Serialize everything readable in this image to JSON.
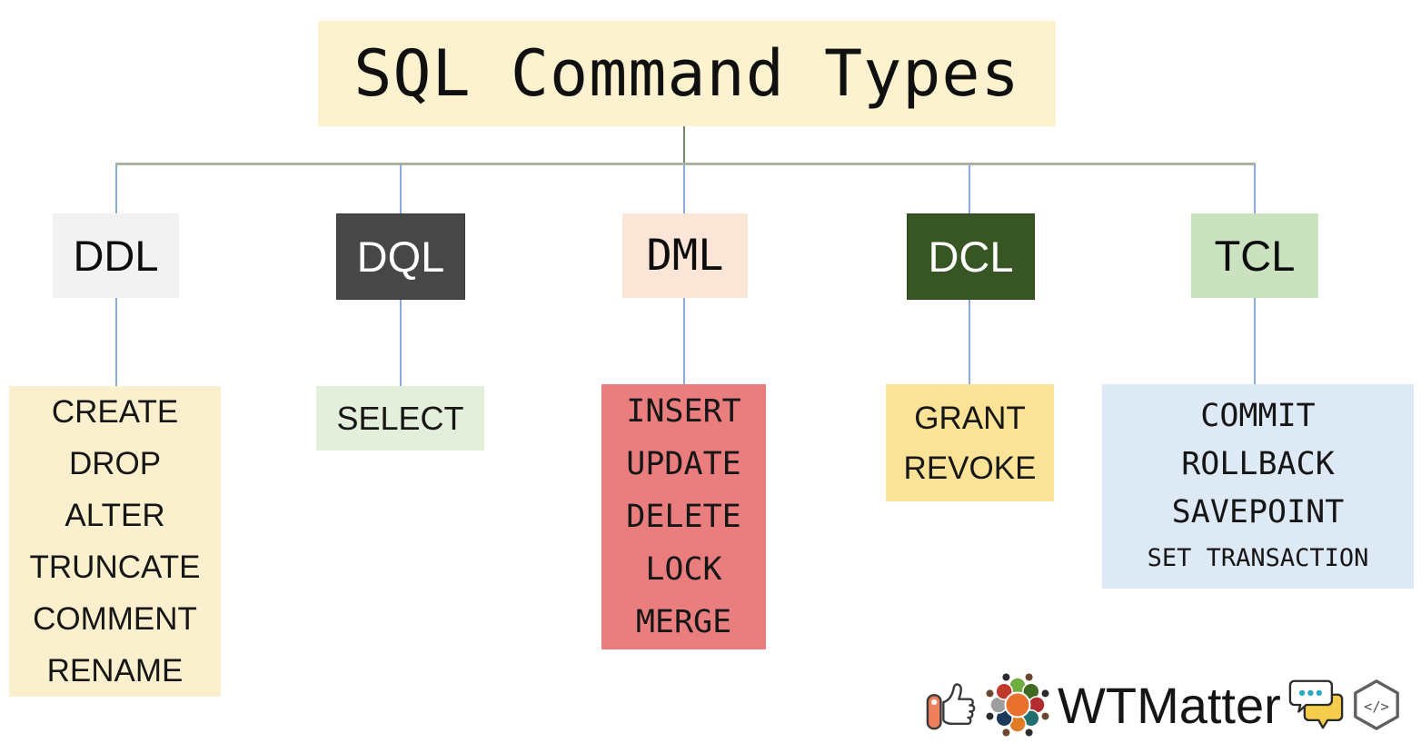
{
  "title": "SQL Command Types",
  "categories": [
    {
      "id": "ddl",
      "label": "DDL",
      "commands": [
        "CREATE",
        "DROP",
        "ALTER",
        "TRUNCATE",
        "COMMENT",
        "RENAME"
      ]
    },
    {
      "id": "dql",
      "label": "DQL",
      "commands": [
        "SELECT"
      ]
    },
    {
      "id": "dml",
      "label": "DML",
      "commands": [
        "INSERT",
        "UPDATE",
        "DELETE",
        "LOCK",
        "MERGE"
      ]
    },
    {
      "id": "dcl",
      "label": "DCL",
      "commands": [
        "GRANT",
        "REVOKE"
      ]
    },
    {
      "id": "tcl",
      "label": "TCL",
      "commands": [
        "COMMIT",
        "ROLLBACK",
        "SAVEPOINT",
        "SET TRANSACTION"
      ]
    }
  ],
  "logo": {
    "brand": "WTMatter",
    "code_glyph": "</>",
    "icons": [
      "thumbs-up-icon",
      "people-wheel-icon",
      "chat-bubbles-icon",
      "code-hexagon-icon"
    ]
  },
  "colors": {
    "title_bg": "#FCF2CF",
    "ddl_bg": "#F2F2F2",
    "dql_bg": "#474747",
    "dml_bg": "#FBE5D6",
    "dcl_bg": "#375623",
    "tcl_bg": "#CBE2C0",
    "ddl_commands_bg": "#FBF0CD",
    "dql_commands_bg": "#E3EFDA",
    "dml_commands_bg": "#EA7E7E",
    "dcl_commands_bg": "#FAE296",
    "tcl_commands_bg": "#DDEAF6",
    "connector_green": "#A9B39D",
    "connector_trunk": "#76856B",
    "connector_blue": "#8CA9DB"
  }
}
